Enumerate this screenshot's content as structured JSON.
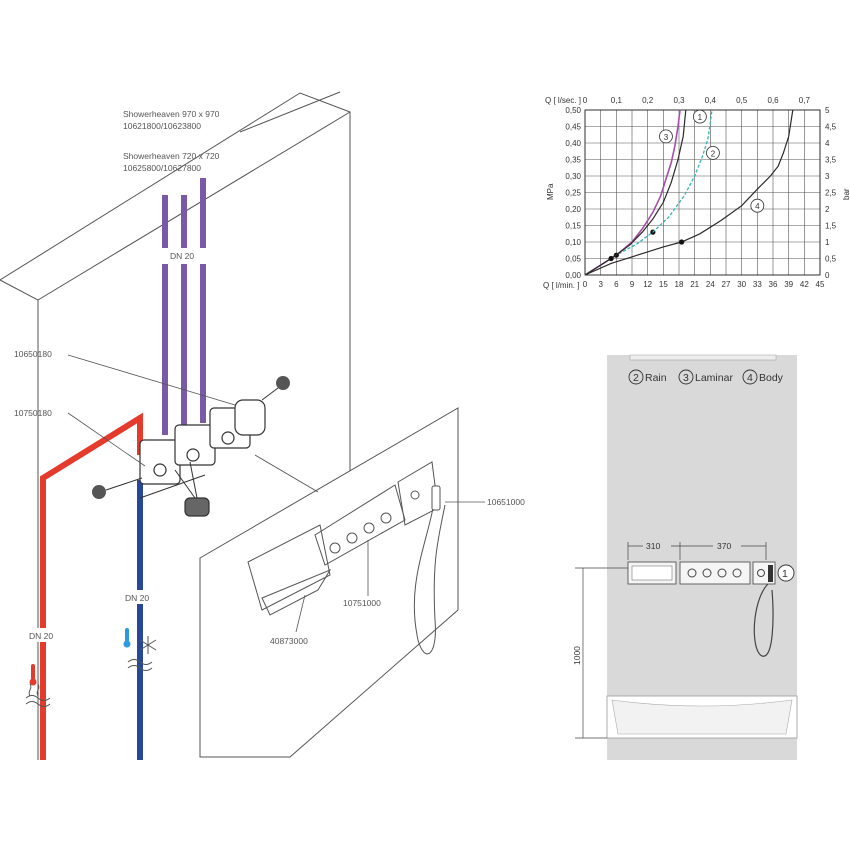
{
  "colors": {
    "pipe_hot": "#e53b2c",
    "pipe_cold": "#27489a",
    "pipe_shower": "#7a5aa6",
    "curve_rain": "#2a2a2a",
    "curve_laminar": "#a550a8",
    "curve_body": "#2a2a2a",
    "curve_handshower": "#3fb4b4",
    "wall_grey": "#d9d9d9"
  },
  "isometric": {
    "labels": {
      "showerheaven_970": "Showerheaven 970 x 970",
      "showerheaven_970_codes": "10621800/10623800",
      "showerheaven_720": "Showerheaven 720 x 720",
      "showerheaven_720_codes": "10625800/10627800",
      "dn20_top": "DN 20",
      "dn20_cold": "DN 20",
      "dn20_hot": "DN 20",
      "part_10650180": "10650180",
      "part_10750180": "10750180",
      "part_10651000": "10651000",
      "part_10751000": "10751000",
      "part_40873000": "40873000"
    },
    "icons": [
      "hot-water-icon",
      "cold-water-icon"
    ]
  },
  "chart_data": {
    "type": "line",
    "title": "",
    "x_top_label": "Q [ l/sec. ]",
    "x_top_ticks": [
      "0",
      "0,1",
      "0,2",
      "0,3",
      "0,4",
      "0,5",
      "0,6",
      "0,7"
    ],
    "x_label": "Q [ l/min. ]",
    "x_ticks": [
      "0",
      "3",
      "6",
      "9",
      "12",
      "15",
      "18",
      "21",
      "24",
      "27",
      "30",
      "33",
      "36",
      "39",
      "42",
      "45"
    ],
    "xlim": [
      0,
      45
    ],
    "y_label": "MPa",
    "y_ticks": [
      "0,00",
      "0,05",
      "0,10",
      "0,15",
      "0,20",
      "0,25",
      "0,30",
      "0,35",
      "0,40",
      "0,45",
      "0,50"
    ],
    "ylim": [
      0,
      0.5
    ],
    "y2_label": "bar",
    "y2_ticks": [
      "0",
      "0,5",
      "1",
      "1,5",
      "2",
      "2,5",
      "3",
      "3,5",
      "4",
      "4,5",
      "5"
    ],
    "grid": true,
    "series": [
      {
        "id": "1",
        "color": "#3fb4b4",
        "dashed": true,
        "x": [
          0,
          6,
          10,
          13,
          16,
          19,
          21,
          22.5,
          23.5,
          24,
          24.3
        ],
        "y": [
          0,
          0.06,
          0.095,
          0.13,
          0.175,
          0.24,
          0.3,
          0.36,
          0.41,
          0.46,
          0.5
        ],
        "marker": [
          13,
          0.13
        ]
      },
      {
        "id": "2",
        "color": "#3fb4b4",
        "dashed": true,
        "x": [
          0,
          6,
          10,
          13,
          16,
          19,
          21,
          22.5,
          23.5,
          24,
          24.3
        ],
        "y": [
          0,
          0.06,
          0.095,
          0.13,
          0.175,
          0.24,
          0.3,
          0.36,
          0.41,
          0.46,
          0.5
        ],
        "marker": null
      },
      {
        "id": "3",
        "color": "#a550a8",
        "dashed": false,
        "x": [
          0,
          6,
          9,
          11,
          13,
          14.5,
          15.5,
          16.5,
          17.2,
          17.8,
          18.2
        ],
        "y": [
          0,
          0.06,
          0.1,
          0.14,
          0.19,
          0.24,
          0.29,
          0.34,
          0.39,
          0.45,
          0.5
        ],
        "marker": [
          6,
          0.06
        ]
      },
      {
        "id": "4",
        "color": "#2a2a2a",
        "dashed": false,
        "x": [
          0,
          5,
          10,
          15,
          18.5,
          22,
          26,
          30,
          33,
          35.5,
          37,
          38,
          39,
          39.8
        ],
        "y": [
          0,
          0.035,
          0.06,
          0.085,
          0.1,
          0.125,
          0.165,
          0.21,
          0.26,
          0.3,
          0.33,
          0.37,
          0.42,
          0.5
        ],
        "marker": [
          18.5,
          0.1
        ]
      },
      {
        "id": "rain",
        "color": "#2a2a2a",
        "dashed": false,
        "x": [
          0,
          5,
          8.5,
          11,
          13,
          15,
          16.5,
          17.8,
          18.8,
          19.3
        ],
        "y": [
          0,
          0.05,
          0.09,
          0.13,
          0.17,
          0.22,
          0.28,
          0.35,
          0.42,
          0.5
        ],
        "marker": [
          5,
          0.05
        ]
      }
    ],
    "curve_labels": [
      "1",
      "2",
      "3",
      "4"
    ]
  },
  "front_view": {
    "legend": [
      {
        "num": "2",
        "label": "Rain"
      },
      {
        "num": "3",
        "label": "Laminar"
      },
      {
        "num": "4",
        "label": "Body"
      }
    ],
    "dim_310": "310",
    "dim_370": "370",
    "dim_1000": "1000",
    "callout": "1"
  }
}
